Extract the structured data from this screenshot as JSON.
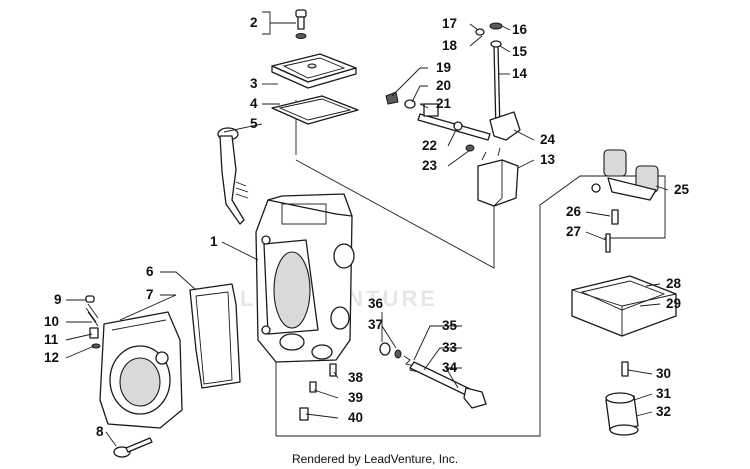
{
  "watermark": "LEADVENTURE",
  "footer": "Rendered by LeadVenture, Inc.",
  "callouts": {
    "c1": "1",
    "c2": "2",
    "c3": "3",
    "c4": "4",
    "c5": "5",
    "c6": "6",
    "c7": "7",
    "c8": "8",
    "c9": "9",
    "c10": "10",
    "c11": "11",
    "c12": "12",
    "c13": "13",
    "c14": "14",
    "c15": "15",
    "c16": "16",
    "c17": "17",
    "c18": "18",
    "c19": "19",
    "c20": "20",
    "c21": "21",
    "c22": "22",
    "c23": "23",
    "c24": "24",
    "c25": "25",
    "c26": "26",
    "c27": "27",
    "c28": "28",
    "c29": "29",
    "c30": "30",
    "c31": "31",
    "c32": "32",
    "c33": "33",
    "c34": "34",
    "c35": "35",
    "c36": "36",
    "c37": "37",
    "c38": "38",
    "c39": "39",
    "c40": "40"
  }
}
